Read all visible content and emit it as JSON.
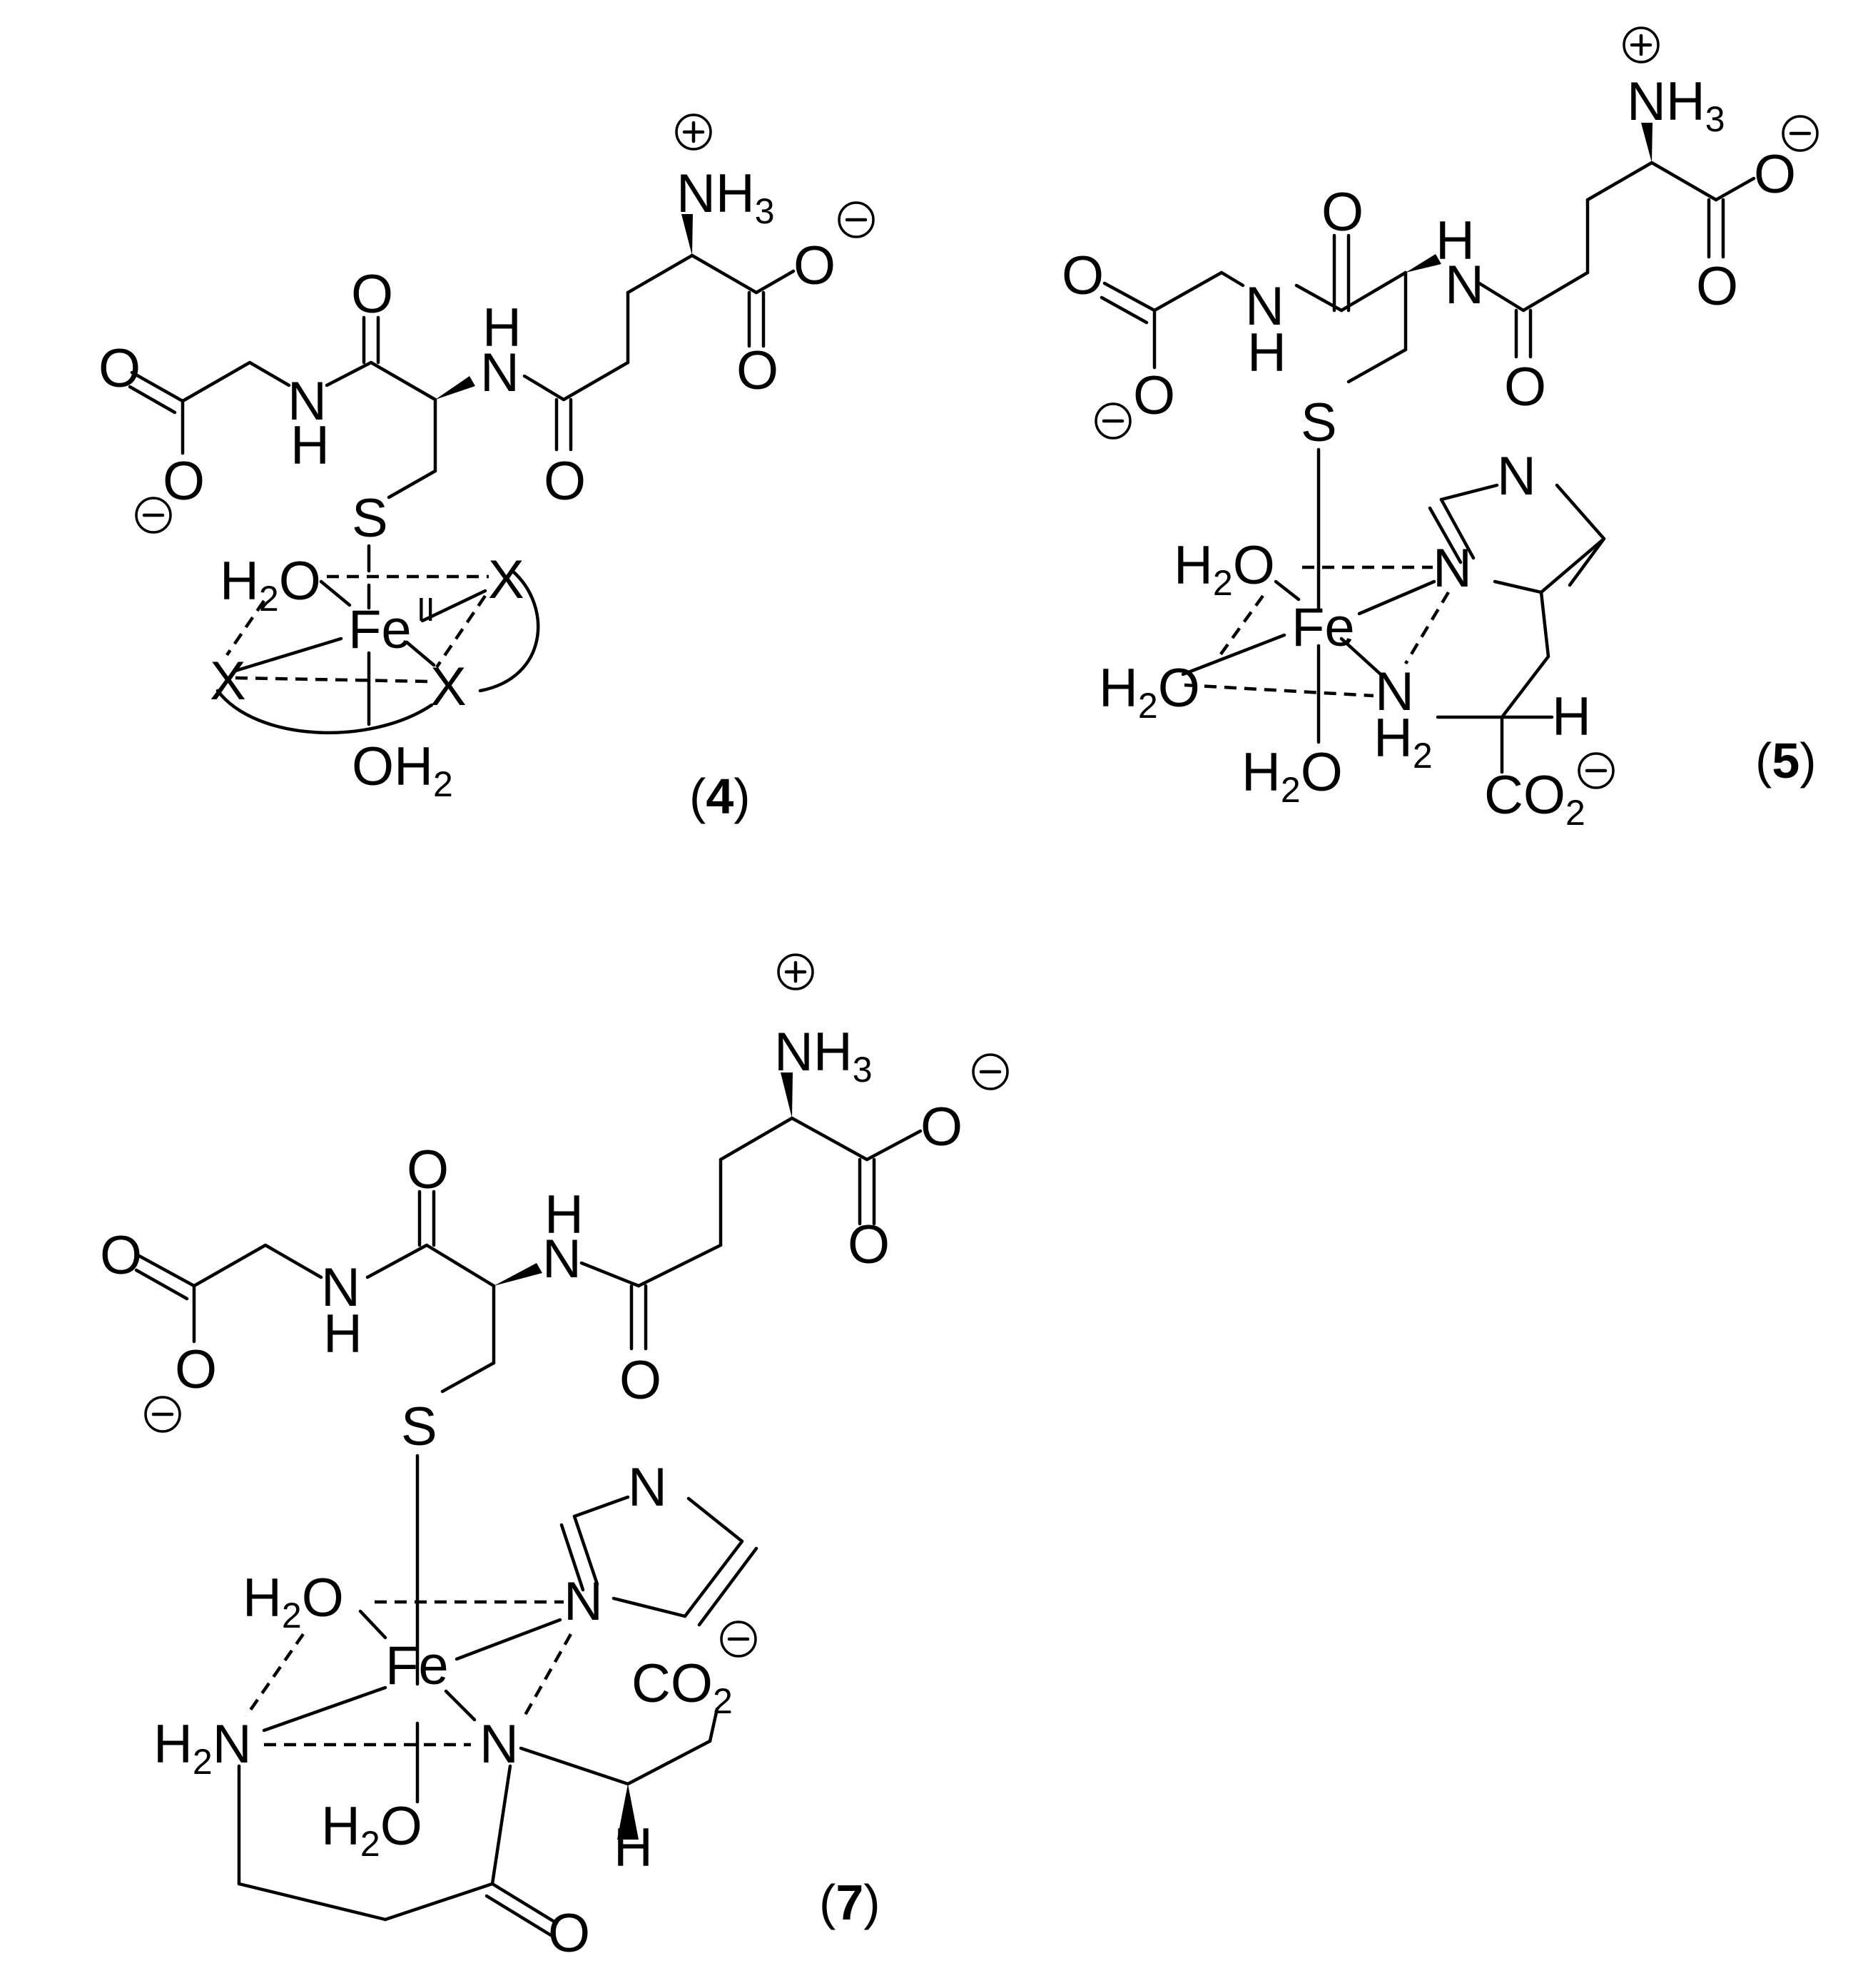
{
  "structures": [
    {
      "id": "4",
      "label": "4",
      "metal": "Fe",
      "metal_oxidation": "II",
      "ligands": [
        "S",
        "H2O",
        "X",
        "X",
        "X",
        "OH2"
      ]
    },
    {
      "id": "5",
      "label": "5",
      "metal": "Fe",
      "ligands": [
        "S",
        "H2O",
        "H2O",
        "H2O",
        "N",
        "NH2"
      ]
    },
    {
      "id": "7",
      "label": "7",
      "metal": "Fe",
      "ligands": [
        "S",
        "H2O",
        "H2N",
        "H2O",
        "N",
        "N"
      ]
    }
  ],
  "atoms": {
    "O": "O",
    "N": "N",
    "H": "H",
    "S": "S",
    "C": "C",
    "X": "X",
    "Fe": "Fe",
    "NH3_n": "NH",
    "sub2": "2",
    "sub3": "3",
    "plus": "+",
    "minus": "−",
    "fe_ox": "II"
  },
  "caption_parens": {
    "open": "(",
    "close": ")"
  }
}
